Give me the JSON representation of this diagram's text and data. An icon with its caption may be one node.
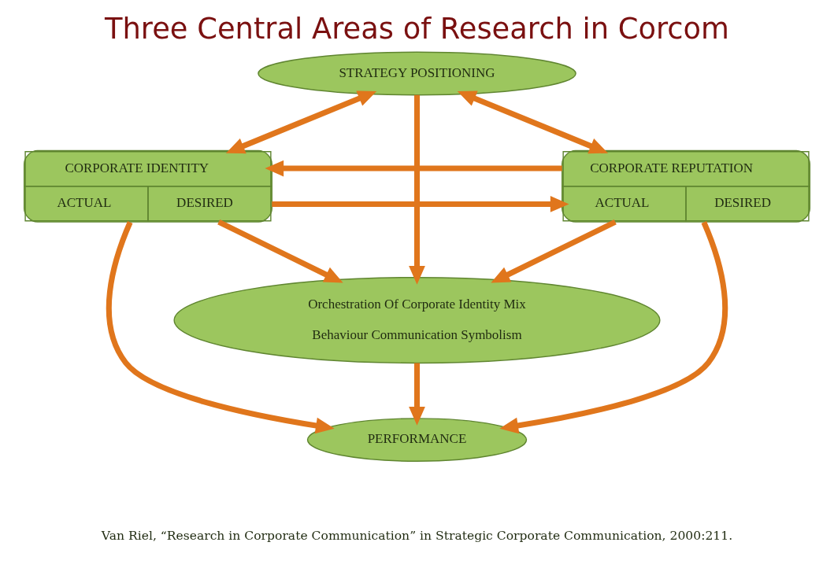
{
  "diagram": {
    "title": "Three Central Areas of Research in Corcom",
    "nodes": [
      {
        "text": [
          "STRATEGY POSITIONING"
        ]
      },
      {
        "text": [
          "CORPORATE IDENTITY",
          "ACTUAL",
          "DESIRED"
        ]
      },
      {
        "text": [
          "CORPORATE REPUTATION",
          "ACTUAL",
          "DESIRED"
        ]
      },
      {
        "text": [
          "Orchestration Of Corporate Identity Mix",
          "Behaviour Communication Symbolism"
        ]
      },
      {
        "text": [
          "PERFORMANCE"
        ]
      }
    ],
    "edges": [
      {
        "from": 0,
        "to": 1,
        "arrow": "both"
      },
      {
        "from": 0,
        "to": 2,
        "arrow": "both"
      },
      {
        "from": 2,
        "to": 1,
        "arrow": "to"
      },
      {
        "from": 1,
        "to": 2,
        "arrow": "to"
      },
      {
        "from": 0,
        "to": 3,
        "arrow": "to"
      },
      {
        "from": 1,
        "to": 3,
        "arrow": "to"
      },
      {
        "from": 1,
        "to": 4,
        "arrow": "to"
      },
      {
        "from": 2,
        "to": 3,
        "arrow": "to"
      },
      {
        "from": 2,
        "to": 4,
        "arrow": "to"
      },
      {
        "from": 3,
        "to": 4,
        "arrow": "to"
      }
    ],
    "labels": [
      "Van Riel, “Research in Corporate Communication” in Strategic Corporate Communication, 2000:211."
    ]
  }
}
